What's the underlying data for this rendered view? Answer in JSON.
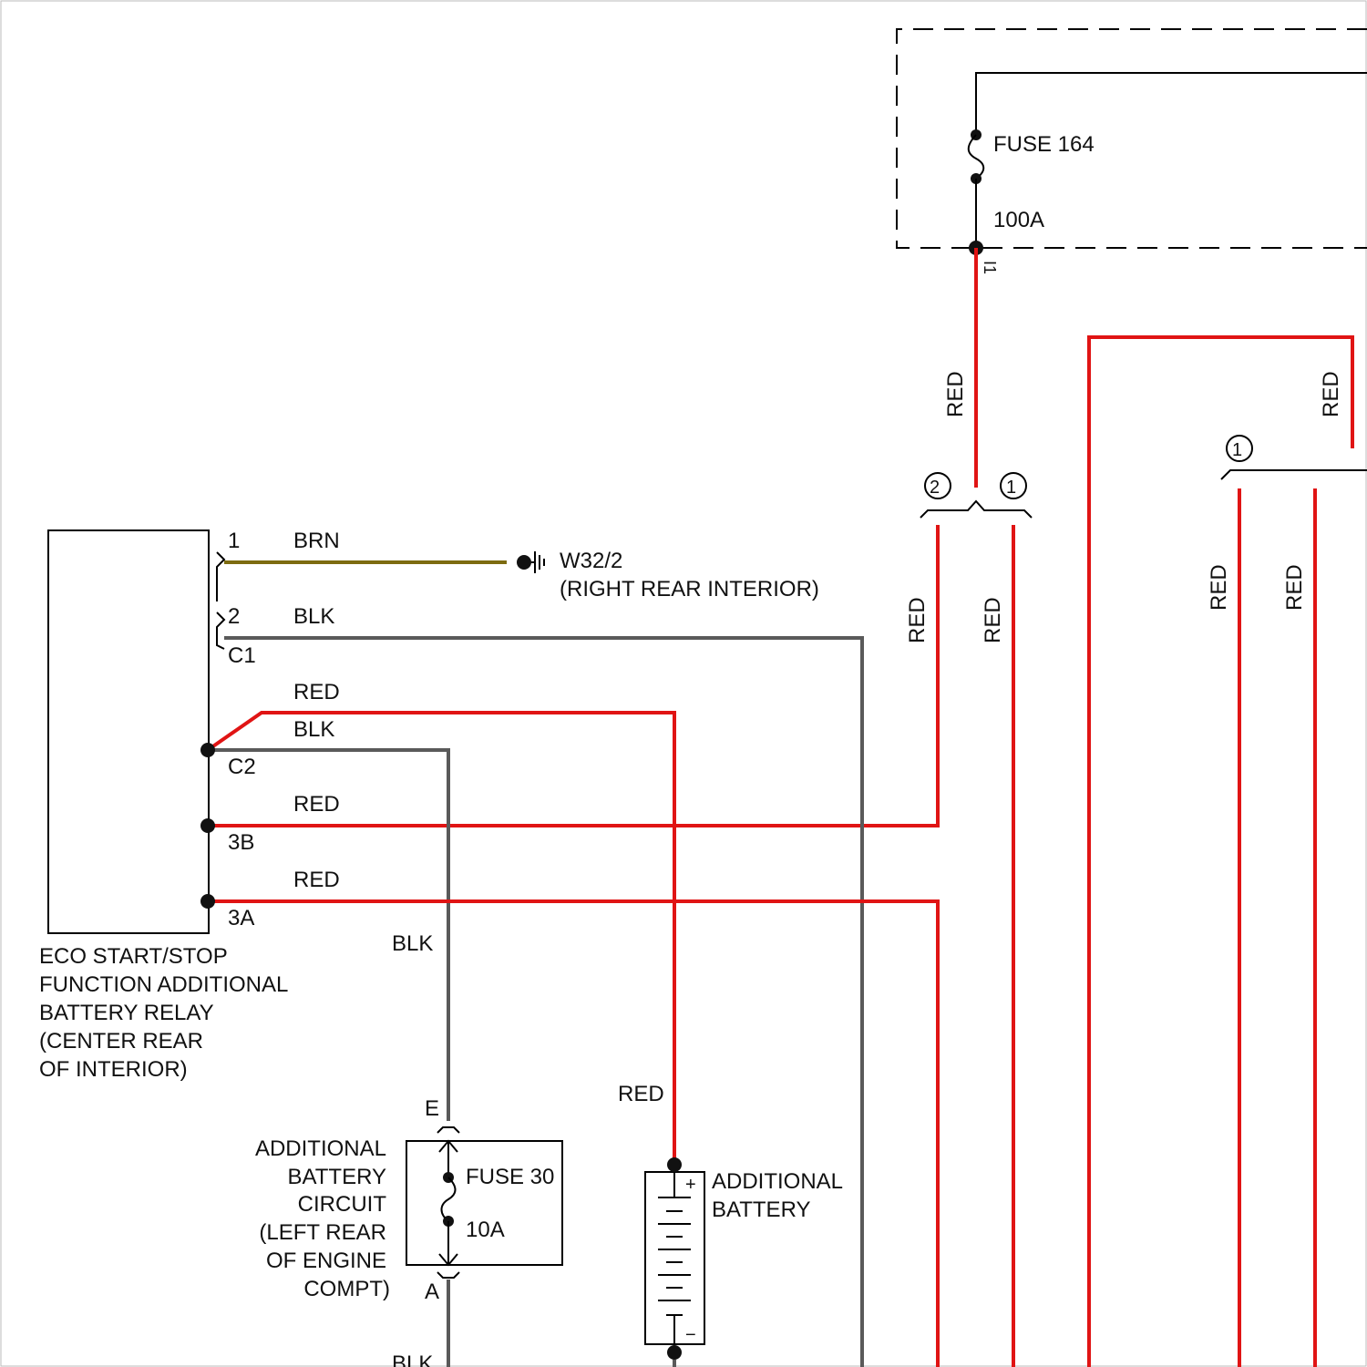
{
  "colors": {
    "red_wire": "#e01414",
    "gray_wire": "#5a5a5a",
    "brown_wire": "#7d6b10"
  },
  "fuse_164": {
    "name": "FUSE 164",
    "rating": "100A",
    "pin": "I1"
  },
  "relay": {
    "label_lines": [
      "ECO START/STOP",
      "FUNCTION ADDITIONAL",
      "BATTERY RELAY",
      "(CENTER REAR",
      "OF INTERIOR)"
    ],
    "pin1": "1",
    "pin2": "2",
    "connector_c1": "C1",
    "connector_c2": "C2",
    "pin3b": "3B",
    "pin3a": "3A"
  },
  "wire_colors": {
    "brn": "BRN",
    "blk": "BLK",
    "red": "RED"
  },
  "ground": {
    "name": "W32/2",
    "location": "(RIGHT REAR INTERIOR)"
  },
  "splice_markers": {
    "one": "1",
    "two": "2"
  },
  "fuse_30": {
    "circuit_label_lines": [
      "ADDITIONAL",
      "BATTERY",
      "CIRCUIT",
      "(LEFT REAR",
      "OF ENGINE",
      "COMPT)"
    ],
    "name": "FUSE 30",
    "rating": "10A",
    "pin_top": "E",
    "pin_bottom": "A"
  },
  "additional_battery": {
    "label_lines": [
      "ADDITIONAL",
      "BATTERY"
    ],
    "plus": "+",
    "minus": "−"
  }
}
